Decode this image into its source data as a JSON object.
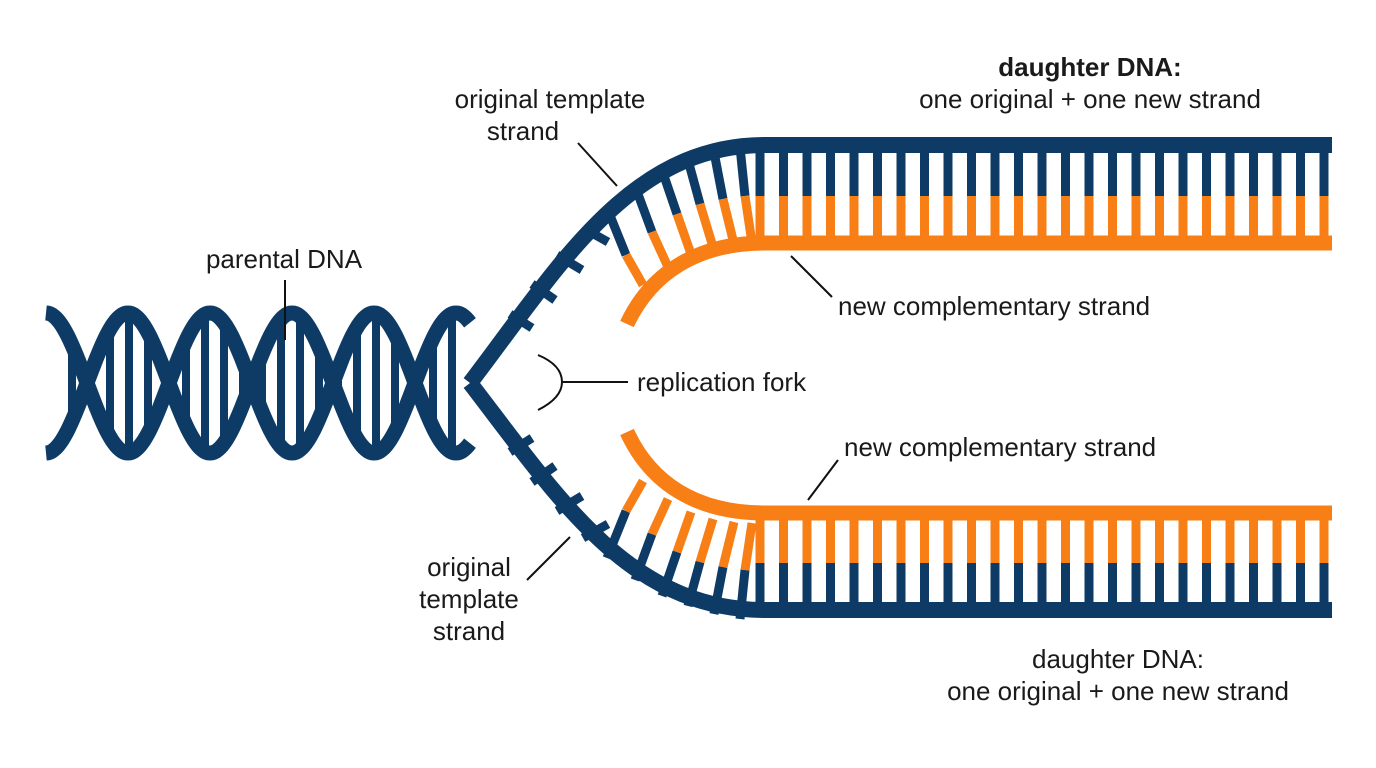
{
  "colors": {
    "original_strand": "#0d3b66",
    "new_strand": "#f77f16",
    "leader": "#111111",
    "text": "#1a1a1a",
    "background": "#ffffff"
  },
  "labels": {
    "parental_dna": "parental DNA",
    "replication_fork": "replication fork",
    "top_template": {
      "line1": "original template",
      "line2": "strand"
    },
    "bottom_template": {
      "line1": "original",
      "line2": "template",
      "line3": "strand"
    },
    "top_new_strand": "new complementary strand",
    "bottom_new_strand": "new complementary strand",
    "top_daughter": {
      "line1": "daughter DNA:",
      "line2": "one original + one new strand"
    },
    "bottom_daughter": {
      "line1": "daughter DNA:",
      "line2": "one original + one new strand"
    }
  }
}
